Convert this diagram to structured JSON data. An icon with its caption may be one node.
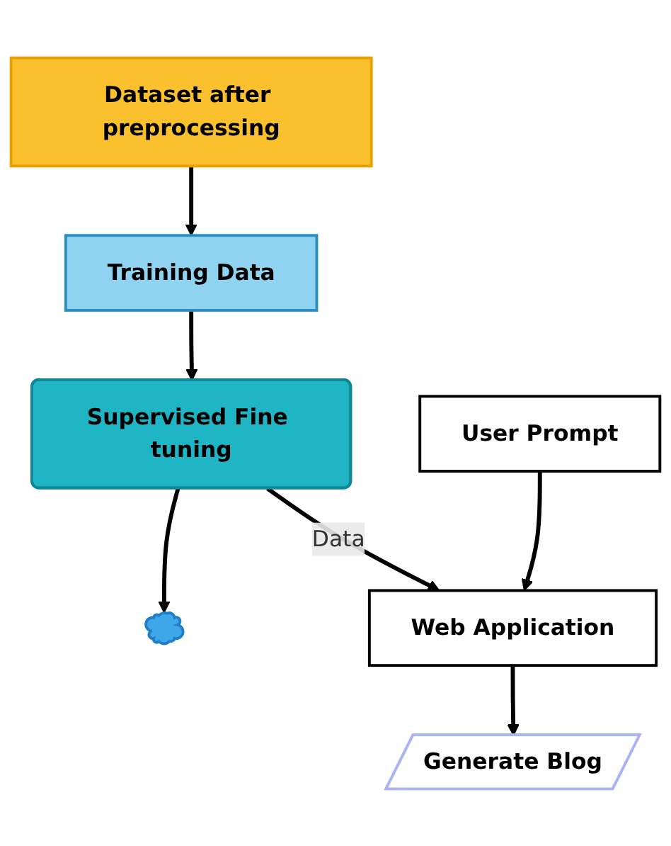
{
  "diagram": {
    "nodes": [
      {
        "text": [
          "Dataset after preprocessing"
        ]
      },
      {
        "text": [
          "Training Data"
        ]
      },
      {
        "text": [
          "Supervised Fine tuning"
        ]
      },
      {
        "text": [],
        "shape": "cloud"
      },
      {
        "text": [
          "User Prompt"
        ]
      },
      {
        "text": [
          "Web Application"
        ]
      },
      {
        "text": [
          "Generate Blog"
        ]
      }
    ],
    "edges": [
      {
        "from": 0,
        "to": 1,
        "arrow": "to"
      },
      {
        "from": 1,
        "to": 2,
        "arrow": "to"
      },
      {
        "from": 2,
        "to": 3,
        "arrow": "to"
      },
      {
        "from": 2,
        "to": 5,
        "arrow": "to",
        "label": "Data"
      },
      {
        "from": 4,
        "to": 5,
        "arrow": "to"
      },
      {
        "from": 5,
        "to": 6,
        "arrow": "to"
      }
    ]
  }
}
